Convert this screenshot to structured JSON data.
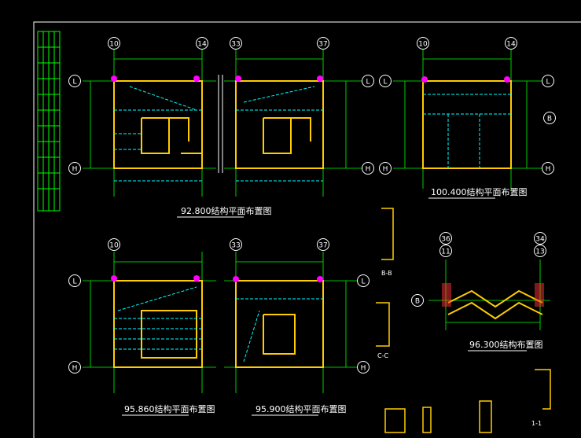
{
  "axis_bubbles": [
    {
      "id": "p1-top-left",
      "text": "10"
    },
    {
      "id": "p1-top-right",
      "text": "14"
    },
    {
      "id": "p2-top-left",
      "text": "33"
    },
    {
      "id": "p2-top-right",
      "text": "37"
    },
    {
      "id": "p3-top-left",
      "text": "10"
    },
    {
      "id": "p3-top-right",
      "text": "14"
    },
    {
      "id": "p4-top-left",
      "text": "10"
    },
    {
      "id": "p5-top-left",
      "text": "33"
    },
    {
      "id": "p5-top-right",
      "text": "37"
    },
    {
      "id": "p6-top-left-a",
      "text": "36"
    },
    {
      "id": "p6-top-left-b",
      "text": "11"
    },
    {
      "id": "p6-top-right-a",
      "text": "34"
    },
    {
      "id": "p6-top-right-b",
      "text": "13"
    },
    {
      "id": "p1-left-L",
      "text": "L"
    },
    {
      "id": "p1-left-H",
      "text": "H"
    },
    {
      "id": "p2-right-L",
      "text": "L"
    },
    {
      "id": "p2-right-H",
      "text": "H"
    },
    {
      "id": "p3-left-L",
      "text": "L"
    },
    {
      "id": "p3-left-H",
      "text": "H"
    },
    {
      "id": "p3-right-L",
      "text": "L"
    },
    {
      "id": "p3-right-H",
      "text": "H"
    },
    {
      "id": "p4-left-L",
      "text": "L"
    },
    {
      "id": "p4-left-H",
      "text": "H"
    },
    {
      "id": "p5-right-L",
      "text": "L"
    },
    {
      "id": "p5-right-H",
      "text": "H"
    },
    {
      "id": "p6-left-B",
      "text": "B"
    },
    {
      "id": "side-B",
      "text": "B"
    }
  ],
  "plan_titles": {
    "plan_1": "92.800结构平面布置图",
    "plan_3": "100.400结构平面布置图",
    "plan_4": "95.860结构平面布置图",
    "plan_5": "95.900结构平面布置图",
    "plan_6": "96.300结构布置图"
  },
  "section_labels": {
    "s1": "B-B",
    "s2": "C-C",
    "s3": "1-1"
  },
  "colors": {
    "background": "#000000",
    "frame": "#ffffff",
    "title_block": "#00ff00",
    "axis_line": "#00ff00",
    "wall": "#ffcc00",
    "beam": "#00ffff",
    "marker": "#ff00ff",
    "text": "#ffffff",
    "red": "#ff3333"
  }
}
